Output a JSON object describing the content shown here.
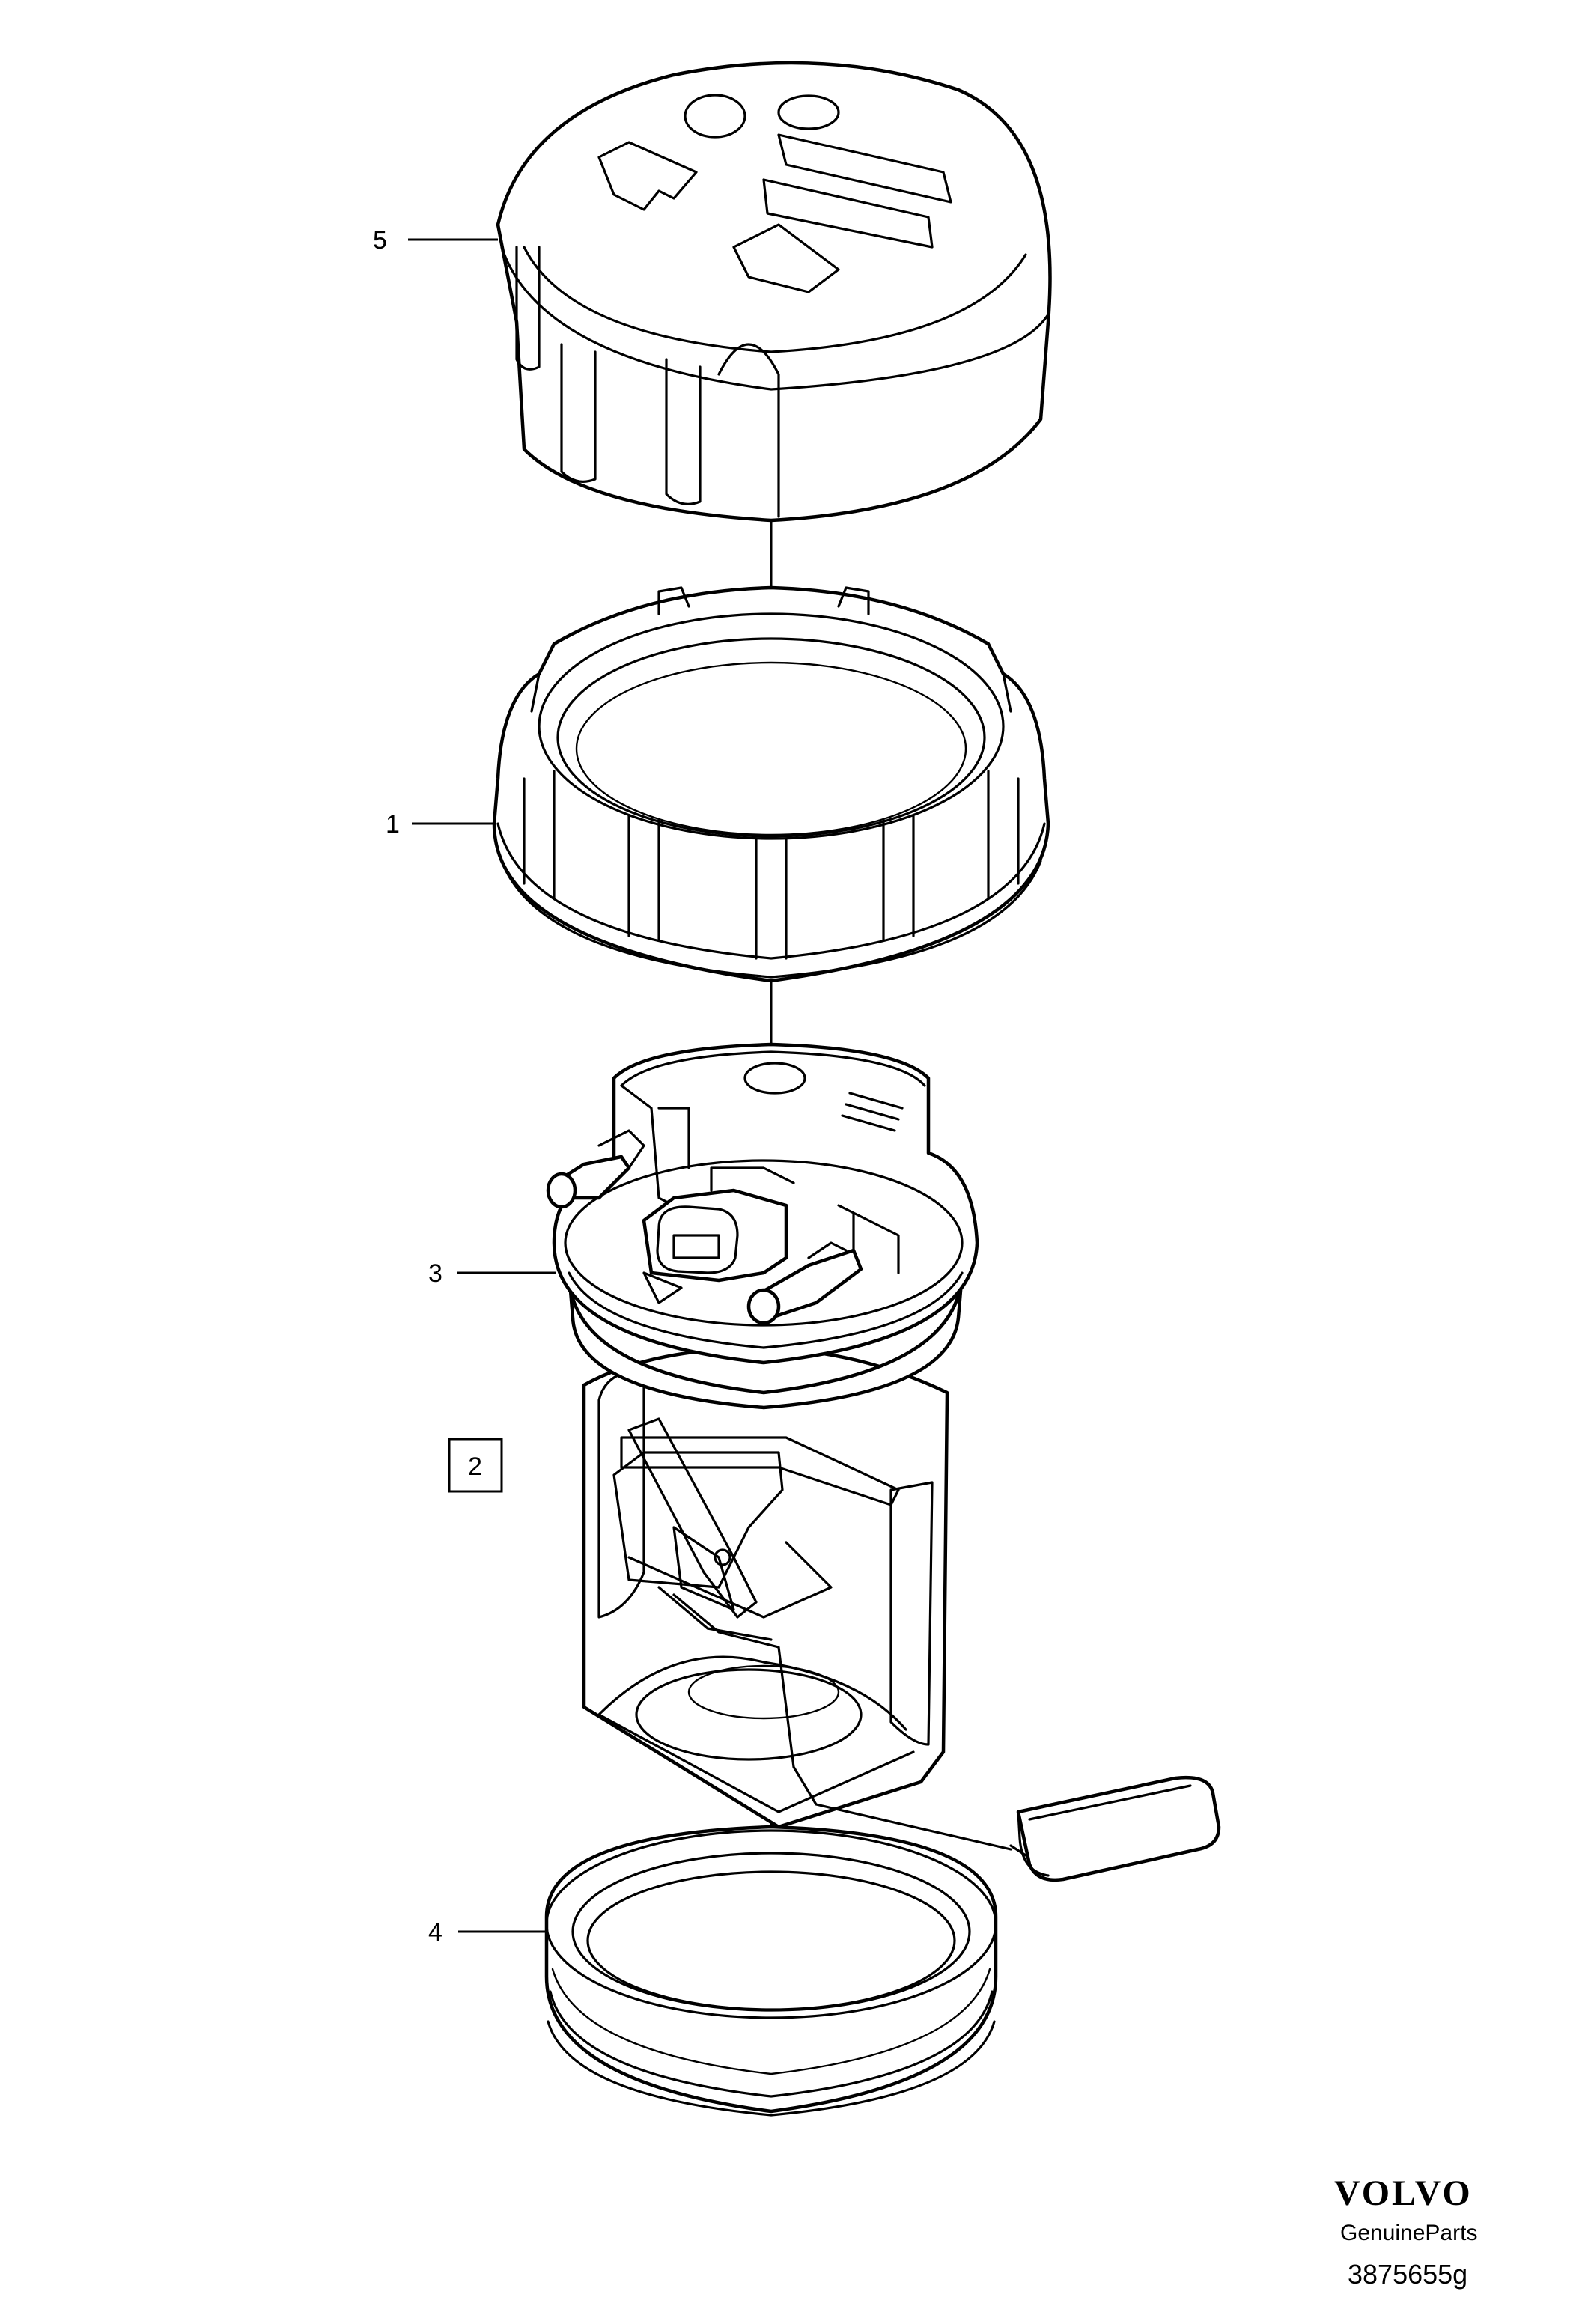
{
  "callouts": [
    {
      "id": "5",
      "label": "5",
      "part": "cover"
    },
    {
      "id": "1",
      "label": "1",
      "part": "lock-ring"
    },
    {
      "id": "3",
      "label": "3",
      "part": "pump-flange"
    },
    {
      "id": "2",
      "label": "2",
      "part": "pump-assembly",
      "boxed": true
    },
    {
      "id": "4",
      "label": "4",
      "part": "seal-ring"
    }
  ],
  "brand": {
    "name": "VOLVO",
    "tagline": "GenuineParts",
    "code": "3875655g"
  }
}
